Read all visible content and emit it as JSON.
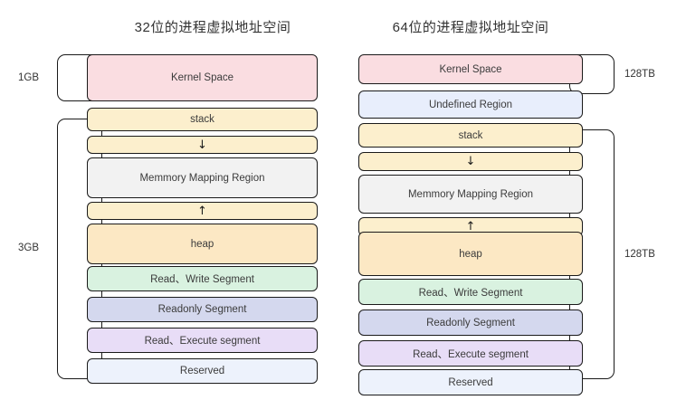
{
  "diagrams": [
    {
      "id": "left",
      "title": "32位的进程虚拟地址空间",
      "blocks": [
        {
          "label": "Kernel Space",
          "color": "#fadde1",
          "icon": ""
        },
        {
          "label": "stack",
          "color": "#fcefcd",
          "icon": ""
        },
        {
          "label": "",
          "color": "#fcefcd",
          "icon": "↓",
          "icon_name": "arrow-down-icon"
        },
        {
          "label": "Memmory Mapping Region",
          "color": "#f2f2f2",
          "icon": ""
        },
        {
          "label": "",
          "color": "#fcefcd",
          "icon": "↑",
          "icon_name": "arrow-up-icon"
        },
        {
          "label": "heap",
          "color": "#fce8c4",
          "icon": ""
        },
        {
          "label": "Read、Write Segment",
          "color": "#d9f2e0",
          "icon": ""
        },
        {
          "label": "Readonly Segment",
          "color": "#d4d8ee",
          "icon": ""
        },
        {
          "label": "Read、Execute segment",
          "color": "#e8ddf7",
          "icon": ""
        },
        {
          "label": "Reserved",
          "color": "#edf2fc",
          "icon": ""
        }
      ],
      "braces": [
        {
          "label": "1GB",
          "side": "left",
          "spans": "Kernel Space"
        },
        {
          "label": "3GB",
          "side": "left",
          "spans": "stack to Reserved"
        }
      ]
    },
    {
      "id": "right",
      "title": "64位的进程虚拟地址空间",
      "blocks": [
        {
          "label": "Kernel Space",
          "color": "#fadde1",
          "icon": ""
        },
        {
          "label": "Undefined Region",
          "color": "#e8eefc",
          "icon": ""
        },
        {
          "label": "stack",
          "color": "#fcefcd",
          "icon": ""
        },
        {
          "label": "",
          "color": "#fcefcd",
          "icon": "↓",
          "icon_name": "arrow-down-icon"
        },
        {
          "label": "Memmory Mapping Region",
          "color": "#f2f2f2",
          "icon": ""
        },
        {
          "label": "",
          "color": "#fcefcd",
          "icon": "↑",
          "icon_name": "arrow-up-icon"
        },
        {
          "label": "heap",
          "color": "#fce8c4",
          "icon": ""
        },
        {
          "label": "Read、Write Segment",
          "color": "#d9f2e0",
          "icon": ""
        },
        {
          "label": "Readonly Segment",
          "color": "#d4d8ee",
          "icon": ""
        },
        {
          "label": "Read、Execute segment",
          "color": "#e8ddf7",
          "icon": ""
        },
        {
          "label": "Reserved",
          "color": "#edf2fc",
          "icon": ""
        }
      ],
      "braces": [
        {
          "label": "128TB",
          "side": "right",
          "spans": "Kernel Space"
        },
        {
          "label": "128TB",
          "side": "right",
          "spans": "stack to Reserved"
        }
      ]
    }
  ],
  "colors": {
    "outline": "#1a1a1a",
    "text": "#3b3b3b",
    "background": "#ffffff"
  }
}
